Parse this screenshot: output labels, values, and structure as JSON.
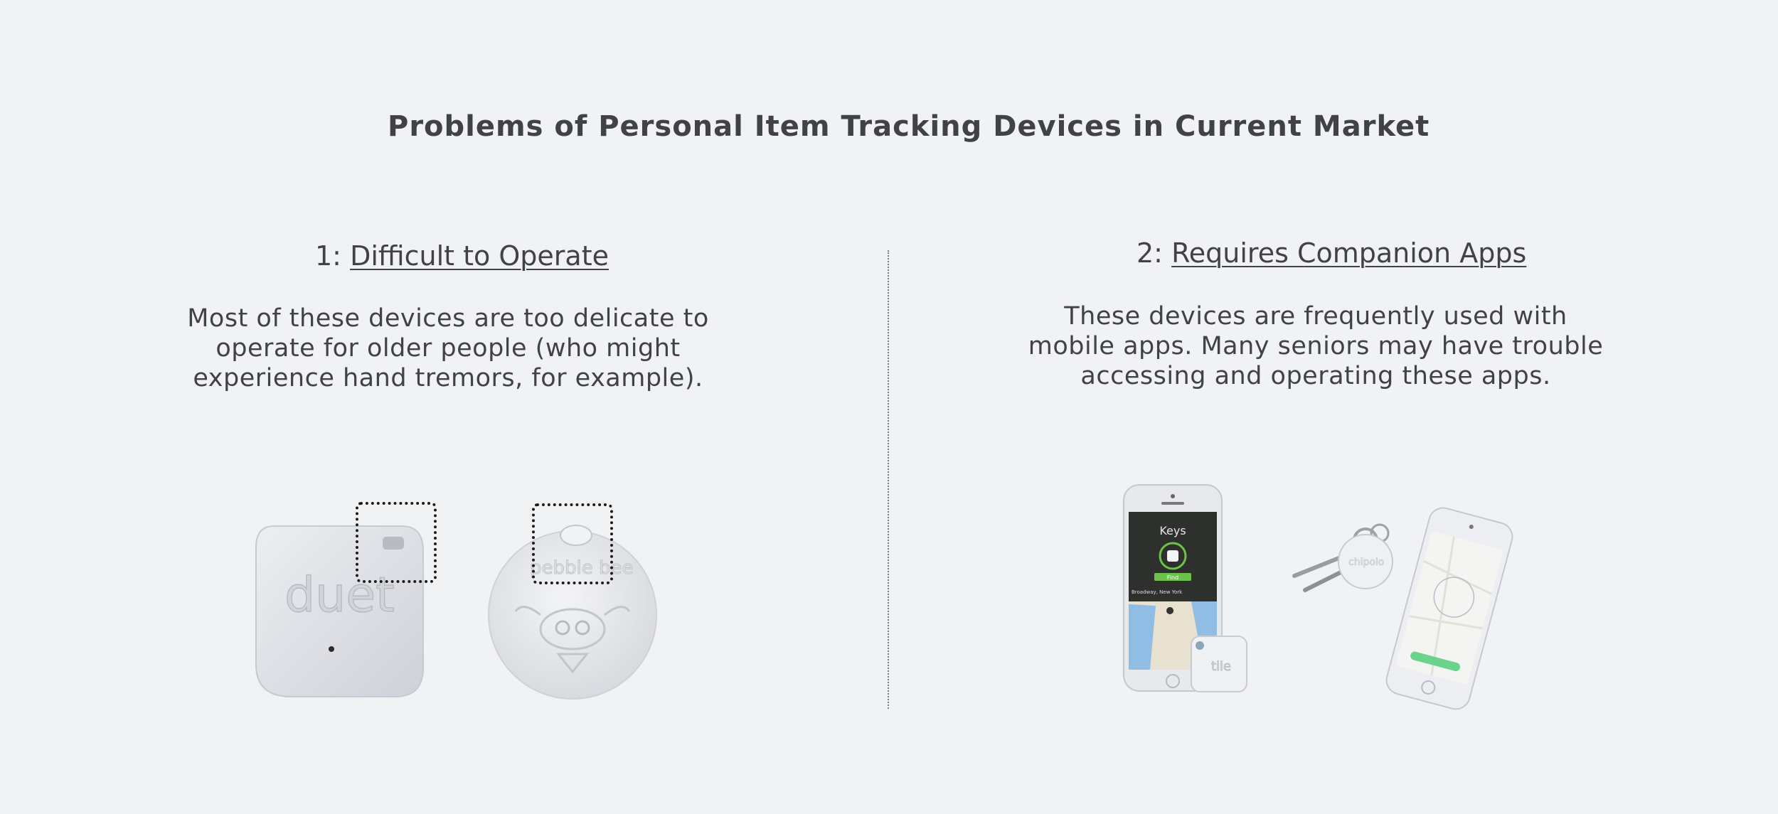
{
  "title": "Problems of Personal Item Tracking Devices in Current Market",
  "problem1": {
    "number": "1:",
    "heading": "Difficult to Operate",
    "body": "Most of these devices are too delicate to operate for older people (who might experience hand tremors, for example)."
  },
  "problem2": {
    "number": "2:",
    "heading": "Requires Companion Apps",
    "body": "These devices are frequently used with mobile apps. Many seniors may have trouble accessing and operating these apps."
  },
  "device_labels": {
    "duet": "duet",
    "pebblebee": "pebble bee",
    "phone_header": "Keys",
    "phone_button": "Find",
    "phone_location": "Broadway, New York",
    "tile": "tile",
    "chipolo": "chipolo"
  },
  "colors": {
    "background": "#f1f2f4",
    "text": "#414247",
    "device_white": "#e6e7ec",
    "app_green": "#6cc24a",
    "map_blue": "#8fbde4"
  }
}
